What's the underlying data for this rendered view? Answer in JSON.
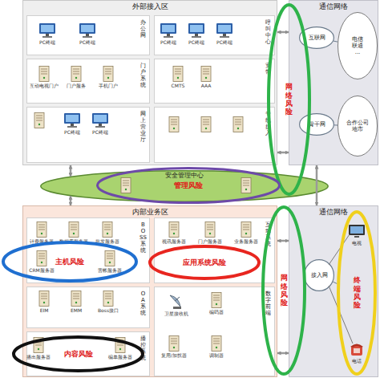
{
  "diagram": {
    "nodes": [
      {
        "text": [
          "外部接入区"
        ]
      },
      {
        "text": [
          "办公网"
        ],
        "in": 0
      },
      {
        "text": [
          "呼叫中心"
        ],
        "in": 0
      },
      {
        "text": [
          "门户系统"
        ],
        "in": 0
      },
      {
        "text": [
          "宽带"
        ],
        "in": 0
      },
      {
        "text": [
          "网上营业厅"
        ],
        "in": 0
      },
      {
        "text": [
          "专线接入"
        ],
        "in": 0
      },
      {
        "text": [
          "通信网络"
        ]
      },
      {
        "text": [
          "互联网"
        ],
        "in": 7
      },
      {
        "text": [
          "骨干网"
        ],
        "in": 7
      },
      {
        "text": [
          "电信",
          "联通",
          "..."
        ],
        "in": 7
      },
      {
        "text": [
          "合作公司",
          "地市"
        ],
        "in": 7
      },
      {
        "text": [
          "网络风险"
        ]
      },
      {
        "text": [
          "安全管理中心"
        ]
      },
      {
        "text": [
          "管理风险"
        ]
      },
      {
        "text": [
          "内部业务区"
        ]
      },
      {
        "text": [
          "BOSS系统"
        ],
        "in": 15
      },
      {
        "text": [
          "互动系统"
        ],
        "in": 15
      },
      {
        "text": [
          "OA系统"
        ],
        "in": 15
      },
      {
        "text": [
          "数字前端"
        ],
        "in": 15
      },
      {
        "text": [
          "播控系统"
        ],
        "in": 15
      },
      {
        "text": [
          "主机风险"
        ]
      },
      {
        "text": [
          "应用系统风险"
        ]
      },
      {
        "text": [
          "内容风险"
        ]
      },
      {
        "text": [
          "通信网络"
        ]
      },
      {
        "text": [
          "接入网"
        ],
        "in": 24
      },
      {
        "text": [
          "网络风险"
        ]
      },
      {
        "text": [
          "终端风险"
        ]
      }
    ],
    "edges": [
      {
        "from": 0,
        "to": 13,
        "arrow": "both"
      },
      {
        "from": 13,
        "to": 15,
        "arrow": "both"
      },
      {
        "from": 7,
        "to": 24,
        "arrow": "both"
      },
      {
        "from": 0,
        "to": 7,
        "arrow": "both"
      },
      {
        "from": 0,
        "to": 7,
        "arrow": "both"
      },
      {
        "from": 15,
        "to": 24,
        "arrow": "both"
      },
      {
        "from": 15,
        "to": 24,
        "arrow": "both"
      },
      {
        "from": 8,
        "to": 10,
        "arrow": "none"
      },
      {
        "from": 9,
        "to": 11,
        "arrow": "none"
      },
      {
        "from": 25,
        "to": 27,
        "arrow": "none"
      }
    ],
    "labels": [
      "PC终端",
      "PC终端",
      "PC终端",
      "PC终端",
      "PC终端",
      "互动电视门户",
      "门户服务",
      "手机门户",
      "CMTS",
      "AAA",
      "PC终端",
      "PC终端",
      "计费服务器",
      "数据库服务器",
      "批发服务器",
      "CRM服务器",
      "营帐服务器",
      "视讯服务器",
      "门户服务器",
      "业务服务器",
      "EIM",
      "EMM",
      "Boss接口",
      "卫星接收机",
      "编码器",
      "复用/加扰器",
      "调制器",
      "播出服务器",
      "编单服务器",
      "电视",
      "电话"
    ]
  }
}
